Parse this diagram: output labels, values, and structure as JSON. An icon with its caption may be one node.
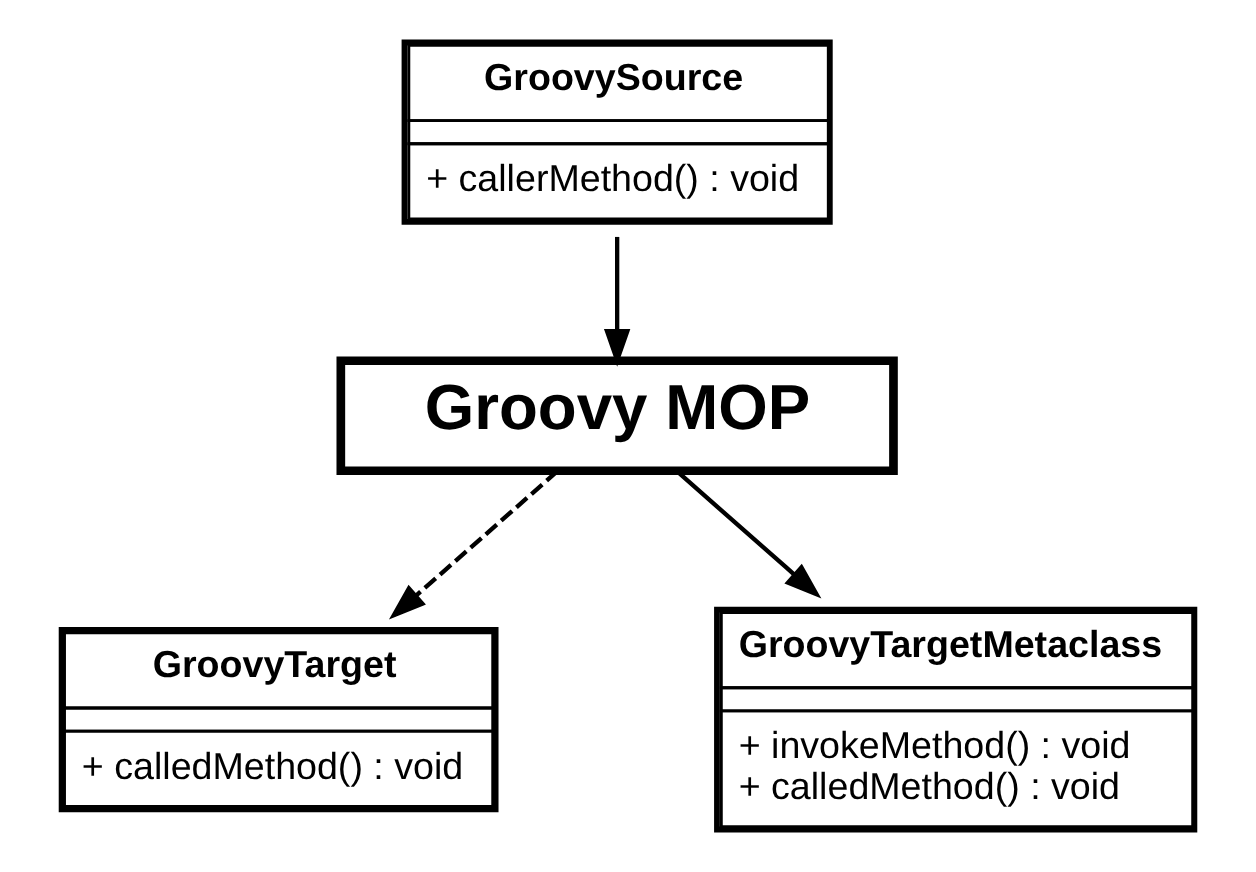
{
  "diagram": {
    "nodes": [
      {
        "text": [
          "GroovySource",
          "+ callerMethod() : void"
        ]
      },
      {
        "text": [
          "Groovy MOP"
        ]
      },
      {
        "text": [
          "GroovyTarget",
          "+ calledMethod() : void"
        ]
      },
      {
        "text": [
          "GroovyTargetMetaclass",
          "+ invokeMethod() : void",
          "+ calledMethod() : void"
        ]
      }
    ],
    "edges": [
      {
        "from": 0,
        "to": 1,
        "arrow": "to"
      },
      {
        "from": 1,
        "to": 2,
        "arrow": "to",
        "style": "dashed"
      },
      {
        "from": 1,
        "to": 3,
        "arrow": "to"
      }
    ]
  }
}
